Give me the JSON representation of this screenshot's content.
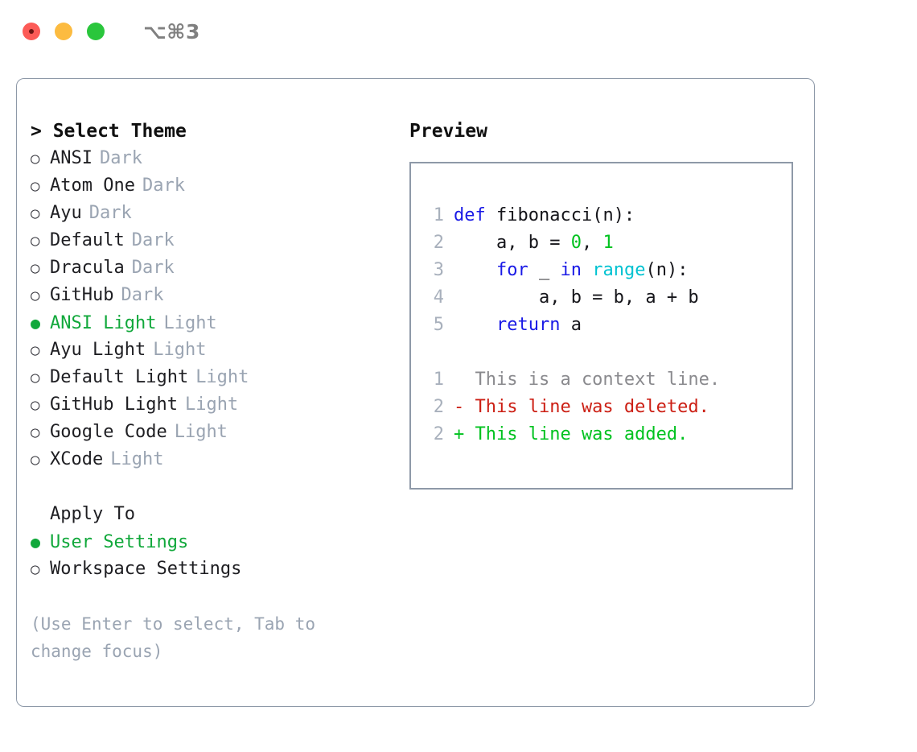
{
  "titlebar": {
    "shortcut": "⌥⌘3",
    "buttons": [
      {
        "name": "close",
        "color": "#fc5b57"
      },
      {
        "name": "minimize",
        "color": "#fcbb40"
      },
      {
        "name": "maximize",
        "color": "#2ac63c"
      }
    ]
  },
  "theme_picker": {
    "header": "> Select Theme",
    "selected_marker": "●",
    "unselected_marker": "○",
    "items": [
      {
        "label": "ANSI",
        "tag": "Dark",
        "selected": false
      },
      {
        "label": "Atom One",
        "tag": "Dark",
        "selected": false
      },
      {
        "label": "Ayu",
        "tag": "Dark",
        "selected": false
      },
      {
        "label": "Default",
        "tag": "Dark",
        "selected": false
      },
      {
        "label": "Dracula",
        "tag": "Dark",
        "selected": false
      },
      {
        "label": "GitHub",
        "tag": "Dark",
        "selected": false
      },
      {
        "label": "ANSI Light",
        "tag": "Light",
        "selected": true
      },
      {
        "label": "Ayu Light",
        "tag": "Light",
        "selected": false
      },
      {
        "label": "Default Light",
        "tag": "Light",
        "selected": false
      },
      {
        "label": "GitHub Light",
        "tag": "Light",
        "selected": false
      },
      {
        "label": "Google Code",
        "tag": "Light",
        "selected": false
      },
      {
        "label": "XCode",
        "tag": "Light",
        "selected": false
      }
    ]
  },
  "apply_to": {
    "header": "Apply To",
    "items": [
      {
        "label": "User Settings",
        "selected": true
      },
      {
        "label": "Workspace Settings",
        "selected": false
      }
    ]
  },
  "hint": "(Use Enter to select, Tab to change focus)",
  "preview": {
    "title": "Preview",
    "code_lines": [
      {
        "number": "1",
        "tokens": [
          {
            "t": "def",
            "c": "kw"
          },
          {
            "t": " fibonacci(n):",
            "c": "plain"
          }
        ]
      },
      {
        "number": "2",
        "tokens": [
          {
            "t": "    a, b = ",
            "c": "plain"
          },
          {
            "t": "0",
            "c": "num"
          },
          {
            "t": ", ",
            "c": "plain"
          },
          {
            "t": "1",
            "c": "num"
          }
        ]
      },
      {
        "number": "3",
        "tokens": [
          {
            "t": "    ",
            "c": "plain"
          },
          {
            "t": "for",
            "c": "kw"
          },
          {
            "t": " _ ",
            "c": "plain"
          },
          {
            "t": "in",
            "c": "kw"
          },
          {
            "t": " ",
            "c": "plain"
          },
          {
            "t": "range",
            "c": "fn"
          },
          {
            "t": "(n):",
            "c": "plain"
          }
        ]
      },
      {
        "number": "4",
        "tokens": [
          {
            "t": "        a, b = b, a + b",
            "c": "plain"
          }
        ]
      },
      {
        "number": "5",
        "tokens": [
          {
            "t": "    ",
            "c": "plain"
          },
          {
            "t": "return",
            "c": "kw"
          },
          {
            "t": " a",
            "c": "plain"
          }
        ]
      }
    ],
    "diff_lines": [
      {
        "number": "1",
        "text": "  This is a context line.",
        "kind": "ctx"
      },
      {
        "number": "2",
        "text": "- This line was deleted.",
        "kind": "del"
      },
      {
        "number": "2",
        "text": "+ This line was added.",
        "kind": "add"
      }
    ]
  },
  "colors": {
    "accent_green": "#11a83b",
    "keyword_blue": "#1a1ae6",
    "function_cyan": "#00c2d1",
    "number_green": "#00c21f",
    "diff_red": "#cc1f14",
    "diff_green": "#00c21f",
    "muted_gray": "#9aa4b2",
    "border_gray": "#8e99a8"
  }
}
